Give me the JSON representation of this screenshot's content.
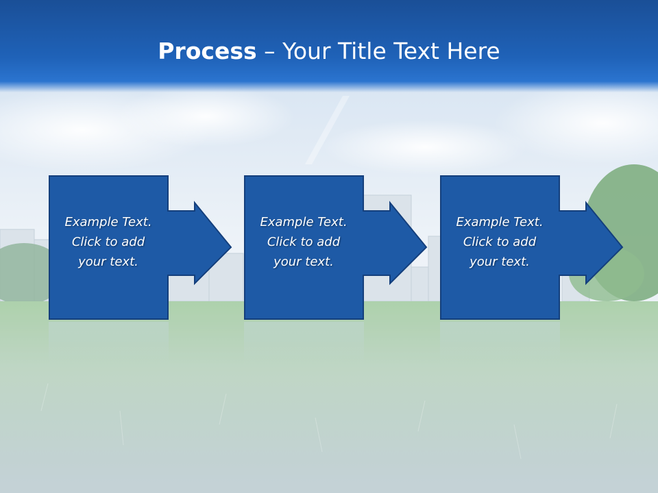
{
  "slide": {
    "title_bold": "Process",
    "title_rest": " – Your Title Text Here",
    "steps": [
      {
        "line1": "Example Text.",
        "line2": "Click  to add",
        "line3": "your text."
      },
      {
        "line1": "Example Text.",
        "line2": "Click  to add",
        "line3": "your text."
      },
      {
        "line1": "Example Text.",
        "line2": "Click  to add",
        "line3": "your text."
      }
    ]
  },
  "colors": {
    "title_band": "#1f5fb3",
    "step_fill": "#1e5aa6",
    "step_border": "#143f7c",
    "sky": "#dfe9f2",
    "grass": "#aac3bf"
  }
}
